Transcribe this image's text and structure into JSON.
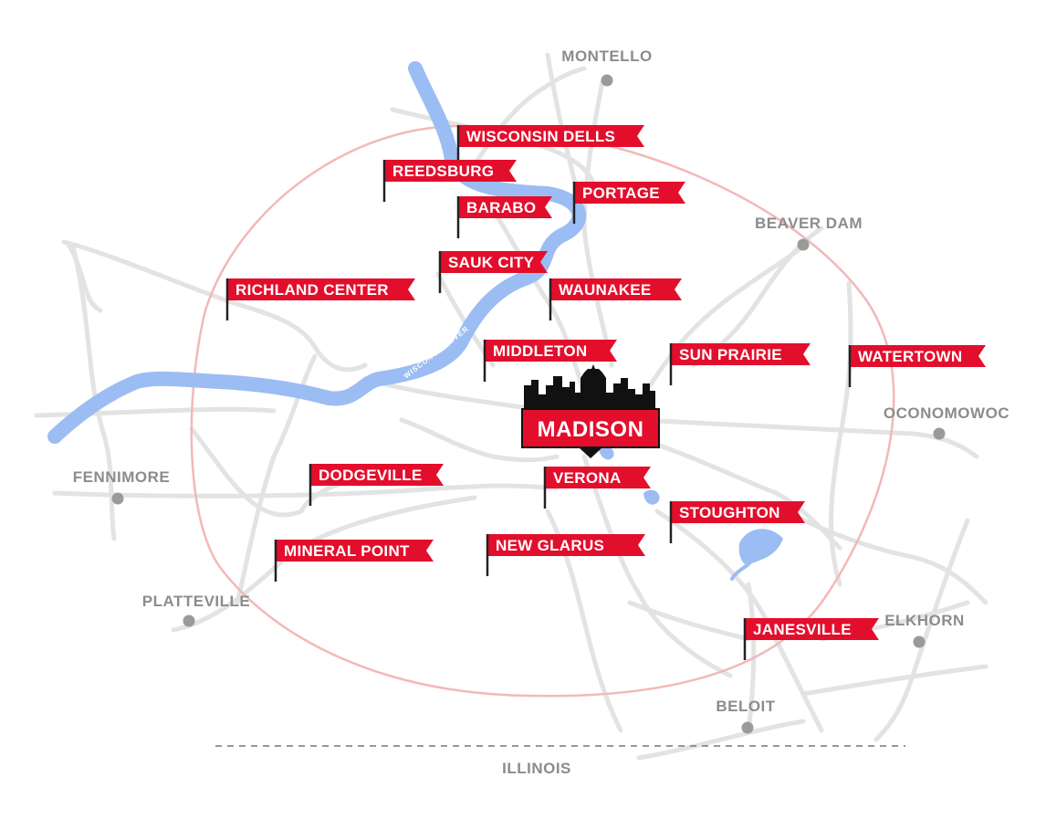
{
  "map": {
    "colors": {
      "flag": "#e30e2c",
      "water": "#9cbdf3",
      "road": "#e3e3e3",
      "radius_ring": "#f3b8b8",
      "reference_label": "#8c8c8c",
      "skyline": "#111111"
    },
    "center_city": {
      "name": "MADISON",
      "icon": "city-skyline-icon"
    },
    "river_label": "WISCONSIN RIVER",
    "state_border_label": "ILLINOIS",
    "flagged_cities": [
      {
        "name": "WISCONSIN DELLS"
      },
      {
        "name": "REEDSBURG"
      },
      {
        "name": "PORTAGE"
      },
      {
        "name": "BARABO"
      },
      {
        "name": "SAUK CITY"
      },
      {
        "name": "RICHLAND CENTER"
      },
      {
        "name": "WAUNAKEE"
      },
      {
        "name": "MIDDLETON"
      },
      {
        "name": "SUN PRAIRIE"
      },
      {
        "name": "WATERTOWN"
      },
      {
        "name": "DODGEVILLE"
      },
      {
        "name": "VERONA"
      },
      {
        "name": "STOUGHTON"
      },
      {
        "name": "NEW GLARUS"
      },
      {
        "name": "MINERAL POINT"
      },
      {
        "name": "JANESVILLE"
      }
    ],
    "reference_cities": [
      {
        "name": "MONTELLO"
      },
      {
        "name": "BEAVER DAM"
      },
      {
        "name": "OCONOMOWOC"
      },
      {
        "name": "FENNIMORE"
      },
      {
        "name": "PLATTEVILLE"
      },
      {
        "name": "ELKHORN"
      },
      {
        "name": "BELOIT"
      }
    ]
  }
}
